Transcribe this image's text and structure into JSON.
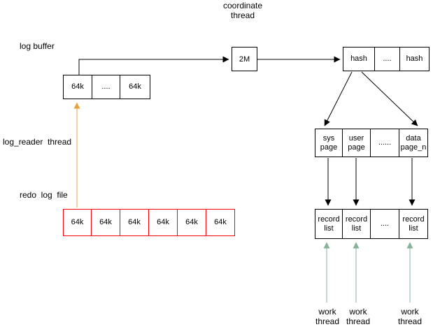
{
  "colors": {
    "box_border": "#000000",
    "redo_border": "#fb0007",
    "reader_arrow": "#e8a33d",
    "work_arrow": "#84b399",
    "arrow": "#000000"
  },
  "labels": {
    "coordinate_thread": "coordinate\nthread",
    "log_buffer": "log buffer",
    "log_reader_thread": "log_reader  thread",
    "redo_log_file": "redo  log  file",
    "work_thread_1": "work\nthread",
    "work_thread_2": "work\nthread",
    "work_thread_3": "work\nthread"
  },
  "nodes": {
    "coordinate_buffer": "2M",
    "hash": {
      "cells": [
        "hash",
        "....",
        "hash"
      ]
    },
    "log_buffer": {
      "cells": [
        "64k",
        "....",
        "64k"
      ]
    },
    "redo_log": {
      "cells": [
        "64k",
        "64k",
        "64k",
        "64k",
        "64k",
        "64k"
      ]
    },
    "pages": {
      "cells": [
        "sys\npage",
        "user\npage",
        "......",
        "data\npage_n"
      ]
    },
    "records": {
      "cells": [
        "record\nlist",
        "record\nlist",
        "....",
        "record\nlist"
      ]
    }
  }
}
